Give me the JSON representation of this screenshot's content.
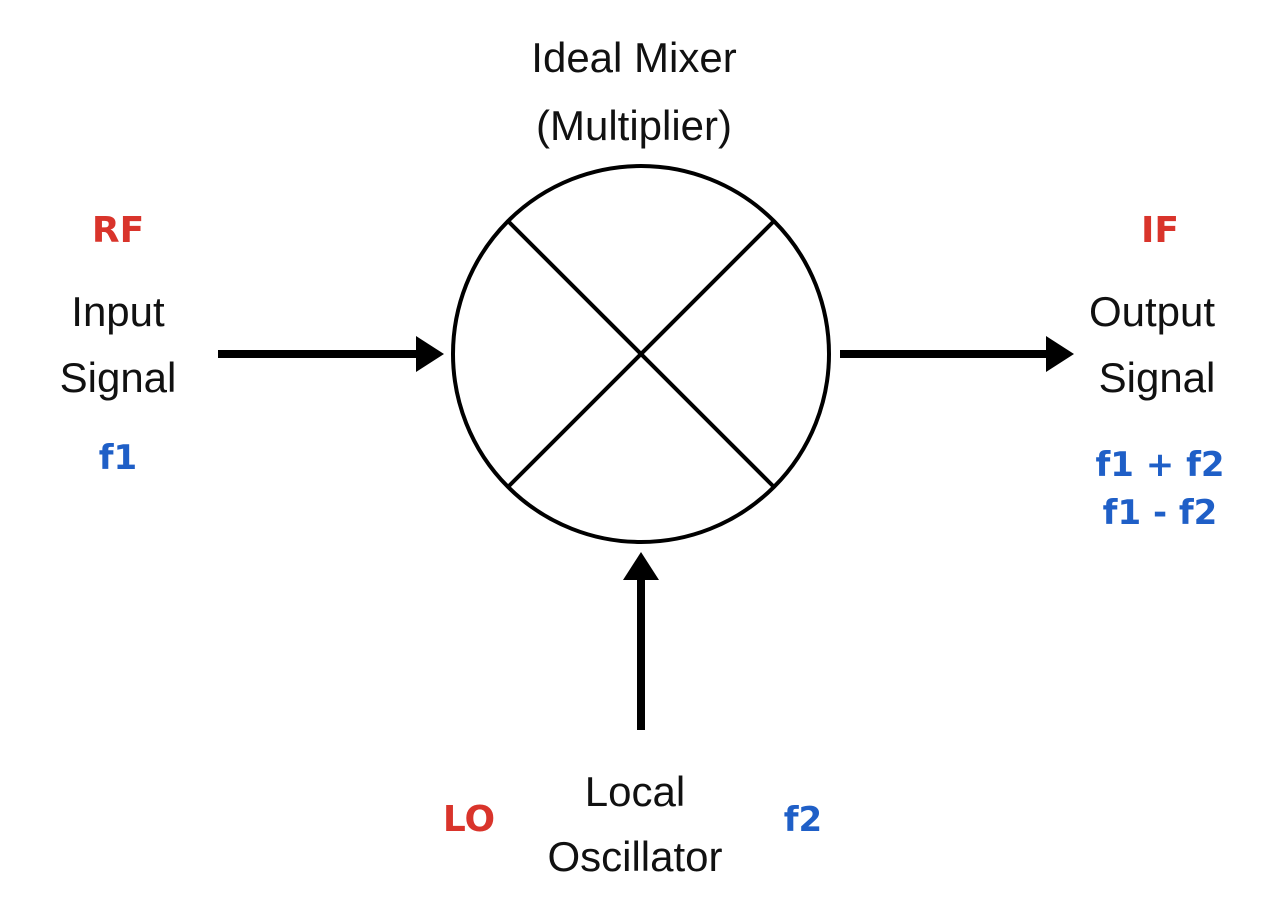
{
  "colors": {
    "line": "#000000",
    "text": "#111111",
    "tag": "#d9342b",
    "freq": "#1f5fc7"
  },
  "mixer": {
    "title_line1": "Ideal Mixer",
    "title_line2": "(Multiplier)",
    "symbol": "multiply-cross-in-circle"
  },
  "rf": {
    "tag": "RF",
    "label_line1": "Input",
    "label_line2": "Signal",
    "freq": "f1"
  },
  "if": {
    "tag": "IF",
    "label_line1": "Output",
    "label_line2": "Signal",
    "freq_sum": "f1 + f2",
    "freq_diff": "f1 - f2"
  },
  "lo": {
    "tag": "LO",
    "label_line1": "Local",
    "label_line2": "Oscillator",
    "freq": "f2"
  }
}
